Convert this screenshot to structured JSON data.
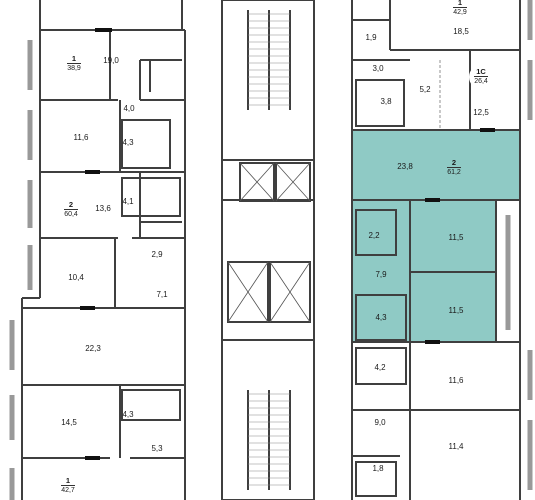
{
  "colors": {
    "highlight_fill": "#8fcac5",
    "wall": "#3f3f3f",
    "window_wall": "#999999",
    "background": "#ffffff"
  },
  "apartments": [
    {
      "id": "left-top",
      "number": "1",
      "area": "38,9"
    },
    {
      "id": "left-mid",
      "number": "2",
      "area": "60,4"
    },
    {
      "id": "left-bottom",
      "number": "1",
      "area": "42,7"
    },
    {
      "id": "right-top",
      "number": "1",
      "area": "42,9"
    },
    {
      "id": "right-studio",
      "number": "1С",
      "area": "26,4"
    },
    {
      "id": "right-selected",
      "number": "2",
      "area": "61,2"
    }
  ],
  "rooms": {
    "left": [
      "19,0",
      "4,0",
      "11,6",
      "4,3",
      "13,6",
      "4,1",
      "2,9",
      "10,4",
      "7,1",
      "22,3",
      "14,5",
      "4,3",
      "5,3"
    ],
    "right": [
      "18,5",
      "1,9",
      "3,0",
      "5,2",
      "3,8",
      "12,5",
      "23,8",
      "2,2",
      "11,5",
      "7,9",
      "11,5",
      "4,3",
      "4,2",
      "11,6",
      "9,0",
      "11,4",
      "1,8"
    ]
  }
}
